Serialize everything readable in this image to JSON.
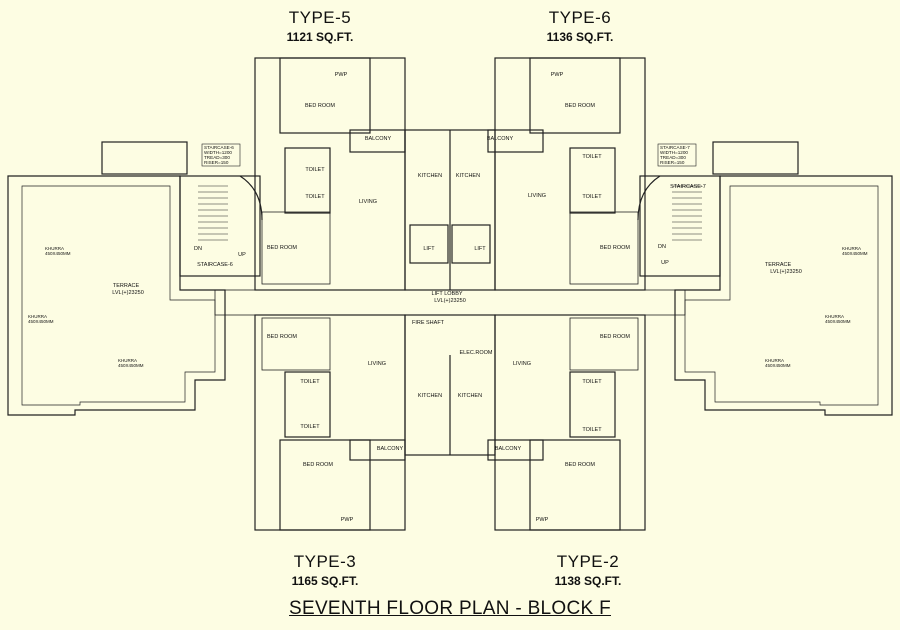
{
  "title": "SEVENTH FLOOR PLAN - BLOCK F",
  "units": [
    {
      "type": "TYPE-5",
      "area": "1121 SQ.FT."
    },
    {
      "type": "TYPE-6",
      "area": "1136 SQ.FT."
    },
    {
      "type": "TYPE-3",
      "area": "1165 SQ.FT."
    },
    {
      "type": "TYPE-2",
      "area": "1138 SQ.FT."
    }
  ],
  "rooms": {
    "bed_room": "BED ROOM",
    "living": "LIVING",
    "kitchen": "KITCHEN",
    "balcony": "BALCONY",
    "toilet": "TOILET",
    "lift": "LIFT",
    "terrace": "TERRACE",
    "lift_lobby": "LIFT LOBBY",
    "fire_shaft": "FIRE SHAFT",
    "elec_room": "ELEC.ROOM",
    "pwp": "PWP"
  },
  "levels": {
    "terrace": "LVL(+)23250",
    "lobby": "LVL(+)23250"
  },
  "khurra": {
    "label": "KHURRA",
    "size": "450X450MM"
  },
  "staircases": {
    "left": {
      "name": "STAIRCASE-6",
      "notes": [
        "STAIRCASE-6",
        "WIDTH=1200",
        "TREAD=300",
        "RISER=150"
      ]
    },
    "right": {
      "name": "STAIRCASE-7",
      "notes": [
        "STAIRCASE-7",
        "WIDTH=1200",
        "TREAD=300",
        "RISER=150"
      ]
    }
  },
  "stair_marks": {
    "up": "UP",
    "dn": "DN"
  }
}
